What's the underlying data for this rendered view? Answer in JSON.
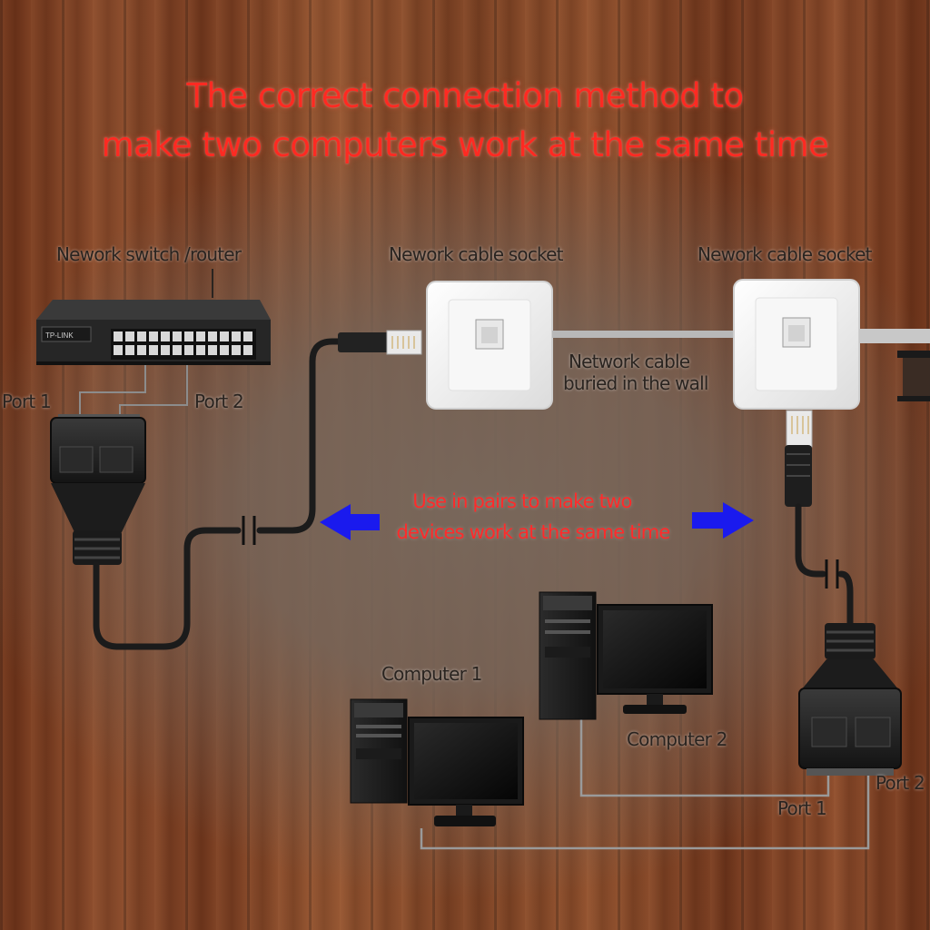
{
  "title": {
    "line1": "The correct connection method to",
    "line2": "make two computers work at the same time"
  },
  "labels": {
    "switch": "Nework switch /router",
    "socket_left": "Nework cable socket",
    "socket_right": "Nework cable socket",
    "buried_line1": "Network cable",
    "buried_line2": "buried in the wall",
    "port1_left": "Port 1",
    "port2_left": "Port 2",
    "computer1": "Computer 1",
    "computer2": "Computer 2",
    "port1_right": "Port 1",
    "port2_right": "Port 2",
    "switch_brand": "TP-LINK"
  },
  "note": {
    "line1": "Use in pairs to make two",
    "line2": "devices work at the same time"
  },
  "colors": {
    "title": "#ff2a22",
    "note": "#ff2a2a",
    "arrow": "#1a1aee",
    "cable": "#1b1b1b",
    "socket": "#f2f2f2",
    "wire": "#b8b8b8"
  },
  "icons": [
    "arrow-left-icon",
    "arrow-right-icon"
  ]
}
